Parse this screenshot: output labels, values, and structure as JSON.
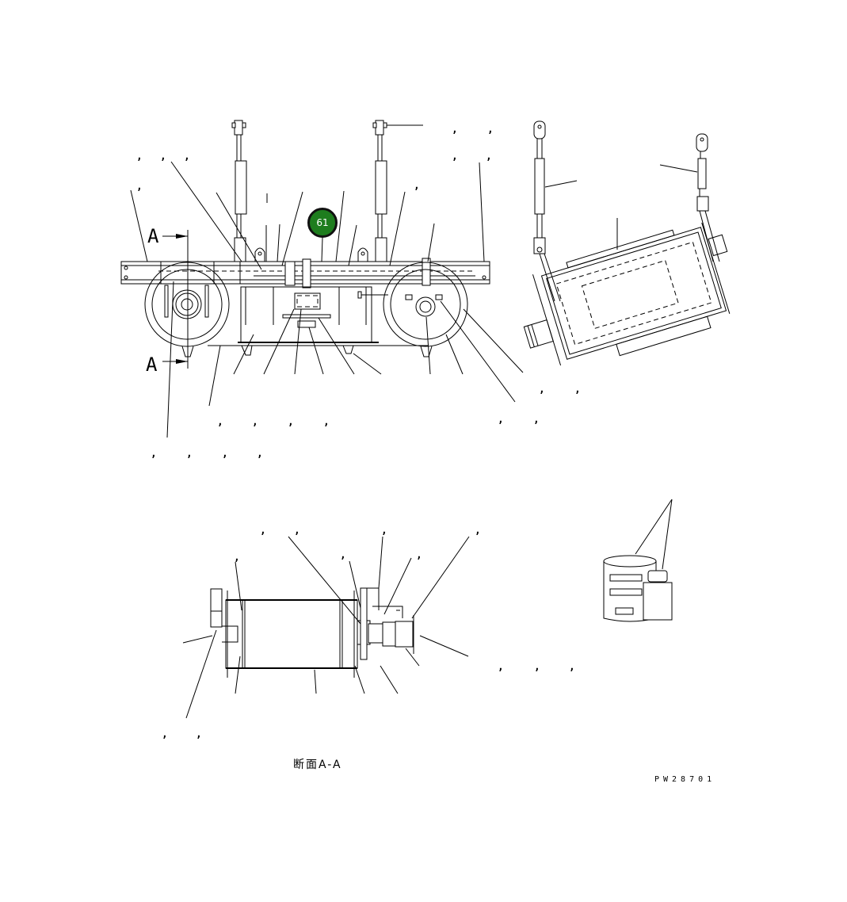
{
  "diagram": {
    "type": "parts-assembly-drawing",
    "views": [
      {
        "id": "front-view",
        "description": "Side elevation of magnet assembly with frame, two wheels, and two suspension rods"
      },
      {
        "id": "tilted-view",
        "description": "Tilted side view of cylindrical magnet housing suspended by two rods"
      },
      {
        "id": "section-a-a",
        "description": "Cross-section A-A of cylindrical drum with shaft and motor"
      },
      {
        "id": "consumables",
        "description": "Can and bottle (grease/oil) icon"
      }
    ],
    "section_marker_letter": "A",
    "section_label": "断面A-A",
    "drawing_id": "PW28701",
    "callout": {
      "number": "61",
      "color": "#1e7d1e",
      "border_color": "#111111"
    },
    "commas_note": "Reference number labels rendered as empty comma separators (, , ,)"
  }
}
